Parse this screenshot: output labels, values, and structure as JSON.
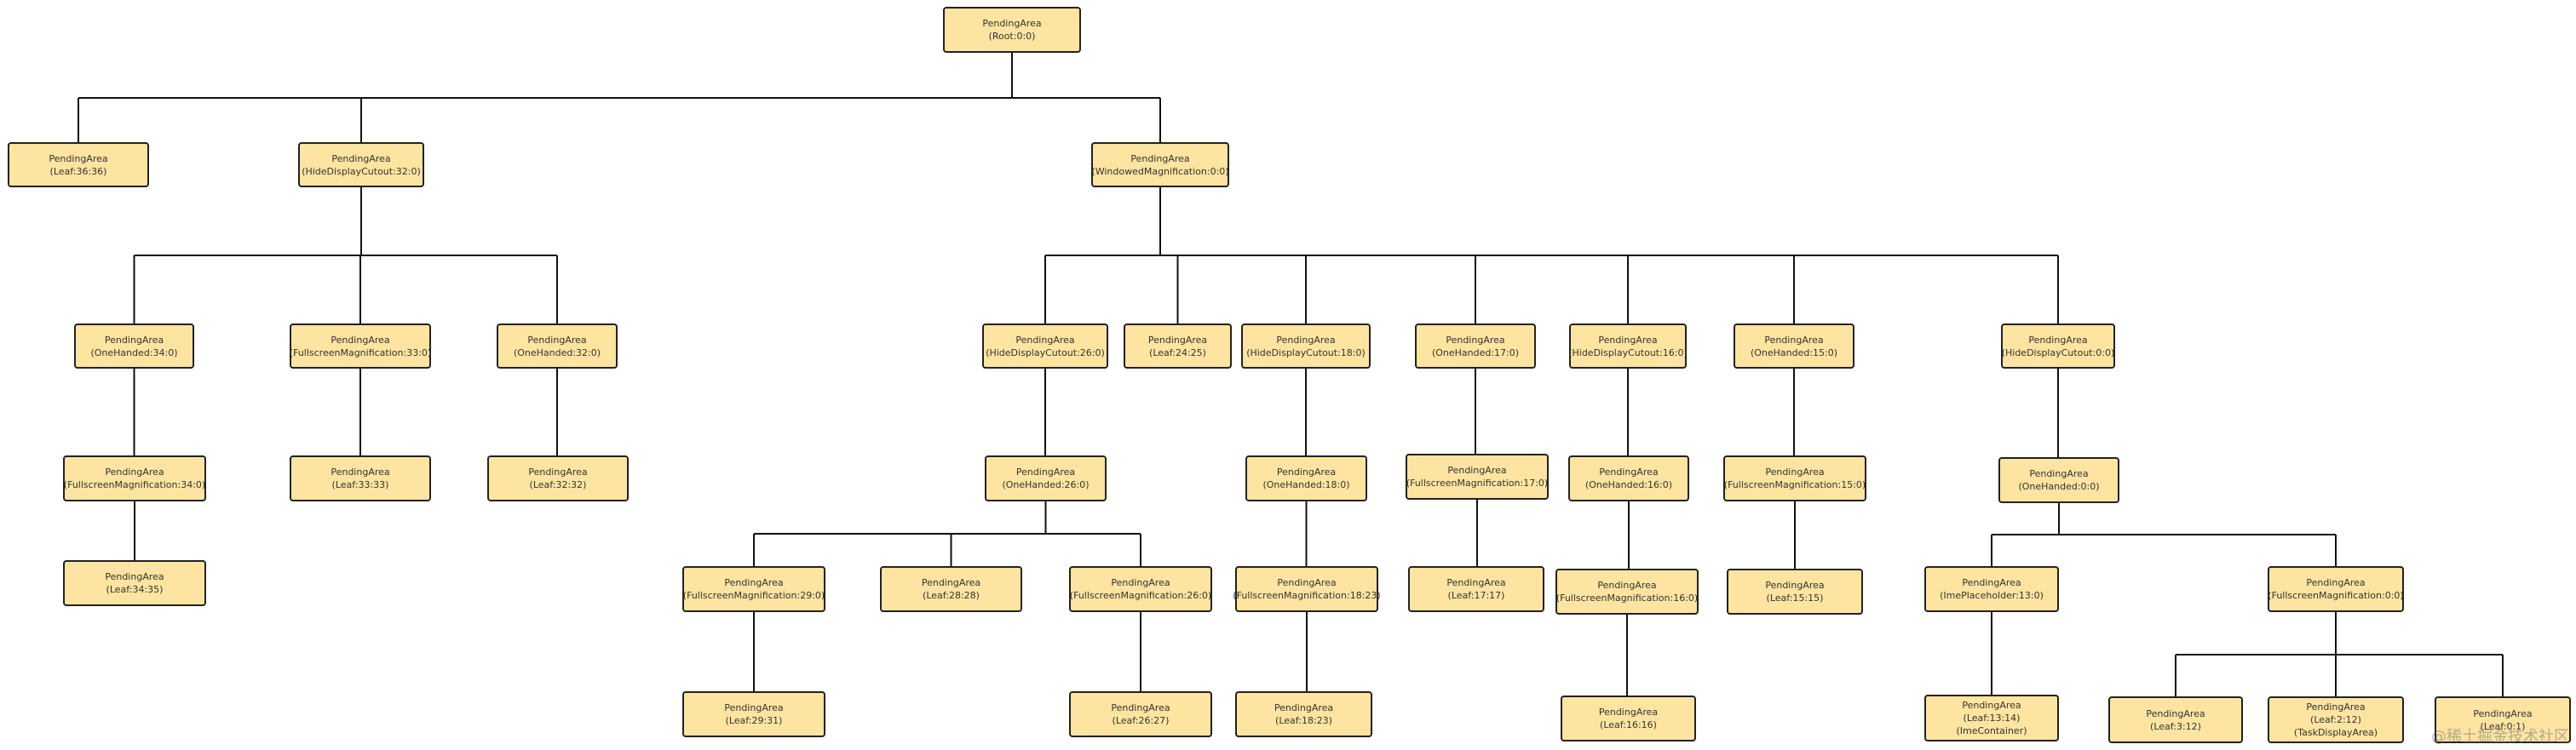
{
  "diagram": {
    "colors": {
      "node_fill": "#fde4a0",
      "node_border": "#222222",
      "edge": "#111111"
    },
    "nodes": [
      {
        "id": "root",
        "lines": [
          "PendingArea",
          "(Root:0:0)"
        ]
      },
      {
        "id": "leaf3636",
        "lines": [
          "PendingArea",
          "(Leaf:36:36)"
        ]
      },
      {
        "id": "hdc32",
        "lines": [
          "PendingArea",
          "(HideDisplayCutout:32:0)"
        ]
      },
      {
        "id": "wm0",
        "lines": [
          "PendingArea",
          "(WindowedMagnification:0:0)"
        ]
      },
      {
        "id": "oh34",
        "lines": [
          "PendingArea",
          "(OneHanded:34:0)"
        ]
      },
      {
        "id": "fm33",
        "lines": [
          "PendingArea",
          "(FullscreenMagnification:33:0)"
        ]
      },
      {
        "id": "oh32",
        "lines": [
          "PendingArea",
          "(OneHanded:32:0)"
        ]
      },
      {
        "id": "fm34",
        "lines": [
          "PendingArea",
          "(FullscreenMagnification:34:0)"
        ]
      },
      {
        "id": "leaf3333",
        "lines": [
          "PendingArea",
          "(Leaf:33:33)"
        ]
      },
      {
        "id": "leaf3232",
        "lines": [
          "PendingArea",
          "(Leaf:32:32)"
        ]
      },
      {
        "id": "leaf3435",
        "lines": [
          "PendingArea",
          "(Leaf:34:35)"
        ]
      },
      {
        "id": "hdc26",
        "lines": [
          "PendingArea",
          "(HideDisplayCutout:26:0)"
        ]
      },
      {
        "id": "leaf2425",
        "lines": [
          "PendingArea",
          "(Leaf:24:25)"
        ]
      },
      {
        "id": "hdc18",
        "lines": [
          "PendingArea",
          "(HideDisplayCutout:18:0)"
        ]
      },
      {
        "id": "oh17",
        "lines": [
          "PendingArea",
          "(OneHanded:17:0)"
        ]
      },
      {
        "id": "hdc16",
        "lines": [
          "PendingArea",
          "(HideDisplayCutout:16:0)"
        ]
      },
      {
        "id": "oh15",
        "lines": [
          "PendingArea",
          "(OneHanded:15:0)"
        ]
      },
      {
        "id": "hdc0",
        "lines": [
          "PendingArea",
          "(HideDisplayCutout:0:0)"
        ]
      },
      {
        "id": "oh26",
        "lines": [
          "PendingArea",
          "(OneHanded:26:0)"
        ]
      },
      {
        "id": "oh18",
        "lines": [
          "PendingArea",
          "(OneHanded:18:0)"
        ]
      },
      {
        "id": "fm17",
        "lines": [
          "PendingArea",
          "(FullscreenMagnification:17:0)"
        ]
      },
      {
        "id": "oh16",
        "lines": [
          "PendingArea",
          "(OneHanded:16:0)"
        ]
      },
      {
        "id": "fm15",
        "lines": [
          "PendingArea",
          "(FullscreenMagnification:15:0)"
        ]
      },
      {
        "id": "oh0",
        "lines": [
          "PendingArea",
          "(OneHanded:0:0)"
        ]
      },
      {
        "id": "fm29",
        "lines": [
          "PendingArea",
          "(FullscreenMagnification:29:0)"
        ]
      },
      {
        "id": "leaf2828",
        "lines": [
          "PendingArea",
          "(Leaf:28:28)"
        ]
      },
      {
        "id": "fm26",
        "lines": [
          "PendingArea",
          "(FullscreenMagnification:26:0)"
        ]
      },
      {
        "id": "fm1823",
        "lines": [
          "PendingArea",
          "(FullscreenMagnification:18:23)"
        ]
      },
      {
        "id": "leaf1717",
        "lines": [
          "PendingArea",
          "(Leaf:17:17)"
        ]
      },
      {
        "id": "fm16",
        "lines": [
          "PendingArea",
          "(FullscreenMagnification:16:0)"
        ]
      },
      {
        "id": "leaf1515",
        "lines": [
          "PendingArea",
          "(Leaf:15:15)"
        ]
      },
      {
        "id": "ime13",
        "lines": [
          "PendingArea",
          "(ImePlaceholder:13:0)"
        ]
      },
      {
        "id": "fm0",
        "lines": [
          "PendingArea",
          "(FullscreenMagnification:0:0)"
        ]
      },
      {
        "id": "leaf2931",
        "lines": [
          "PendingArea",
          "(Leaf:29:31)"
        ]
      },
      {
        "id": "leaf2627",
        "lines": [
          "PendingArea",
          "(Leaf:26:27)"
        ]
      },
      {
        "id": "leaf1823",
        "lines": [
          "PendingArea",
          "(Leaf:18:23)"
        ]
      },
      {
        "id": "leaf1616",
        "lines": [
          "PendingArea",
          "(Leaf:16:16)"
        ]
      },
      {
        "id": "leaf1314",
        "lines": [
          "PendingArea",
          "(Leaf:13:14)",
          "(ImeContainer)"
        ]
      },
      {
        "id": "leaf312",
        "lines": [
          "PendingArea",
          "(Leaf:3:12)"
        ]
      },
      {
        "id": "leaf212",
        "lines": [
          "PendingArea",
          "(Leaf:2:12)",
          "(TaskDisplayArea)"
        ]
      },
      {
        "id": "leaf01",
        "lines": [
          "PendingArea",
          "(Leaf:0:1)"
        ]
      }
    ],
    "edges": [
      [
        "root",
        "leaf3636"
      ],
      [
        "root",
        "hdc32"
      ],
      [
        "root",
        "wm0"
      ],
      [
        "hdc32",
        "oh34"
      ],
      [
        "hdc32",
        "fm33"
      ],
      [
        "hdc32",
        "oh32"
      ],
      [
        "oh34",
        "fm34"
      ],
      [
        "fm34",
        "leaf3435"
      ],
      [
        "fm33",
        "leaf3333"
      ],
      [
        "oh32",
        "leaf3232"
      ],
      [
        "wm0",
        "hdc26"
      ],
      [
        "wm0",
        "leaf2425"
      ],
      [
        "wm0",
        "hdc18"
      ],
      [
        "wm0",
        "oh17"
      ],
      [
        "wm0",
        "hdc16"
      ],
      [
        "wm0",
        "oh15"
      ],
      [
        "wm0",
        "hdc0"
      ],
      [
        "hdc26",
        "oh26"
      ],
      [
        "oh26",
        "fm29"
      ],
      [
        "oh26",
        "leaf2828"
      ],
      [
        "oh26",
        "fm26"
      ],
      [
        "fm29",
        "leaf2931"
      ],
      [
        "fm26",
        "leaf2627"
      ],
      [
        "hdc18",
        "oh18"
      ],
      [
        "oh18",
        "fm1823"
      ],
      [
        "fm1823",
        "leaf1823"
      ],
      [
        "oh17",
        "fm17"
      ],
      [
        "fm17",
        "leaf1717"
      ],
      [
        "hdc16",
        "oh16"
      ],
      [
        "oh16",
        "fm16"
      ],
      [
        "fm16",
        "leaf1616"
      ],
      [
        "oh15",
        "fm15"
      ],
      [
        "fm15",
        "leaf1515"
      ],
      [
        "hdc0",
        "oh0"
      ],
      [
        "oh0",
        "ime13"
      ],
      [
        "oh0",
        "fm0"
      ],
      [
        "ime13",
        "leaf1314"
      ],
      [
        "fm0",
        "leaf312"
      ],
      [
        "fm0",
        "leaf212"
      ],
      [
        "fm0",
        "leaf01"
      ]
    ]
  },
  "watermark": "@稀土掘金技术社区"
}
